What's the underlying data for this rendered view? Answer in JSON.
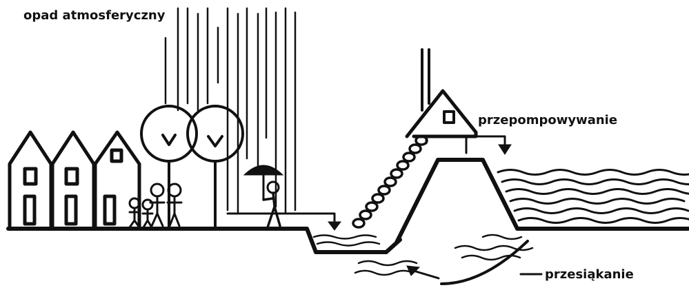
{
  "labels": {
    "precipitation": "opad atmosferyczny",
    "pumping": "przepompowywanie",
    "seepage": "przesiąkanie"
  },
  "colors": {
    "ink": "#111111",
    "background": "#ffffff"
  }
}
